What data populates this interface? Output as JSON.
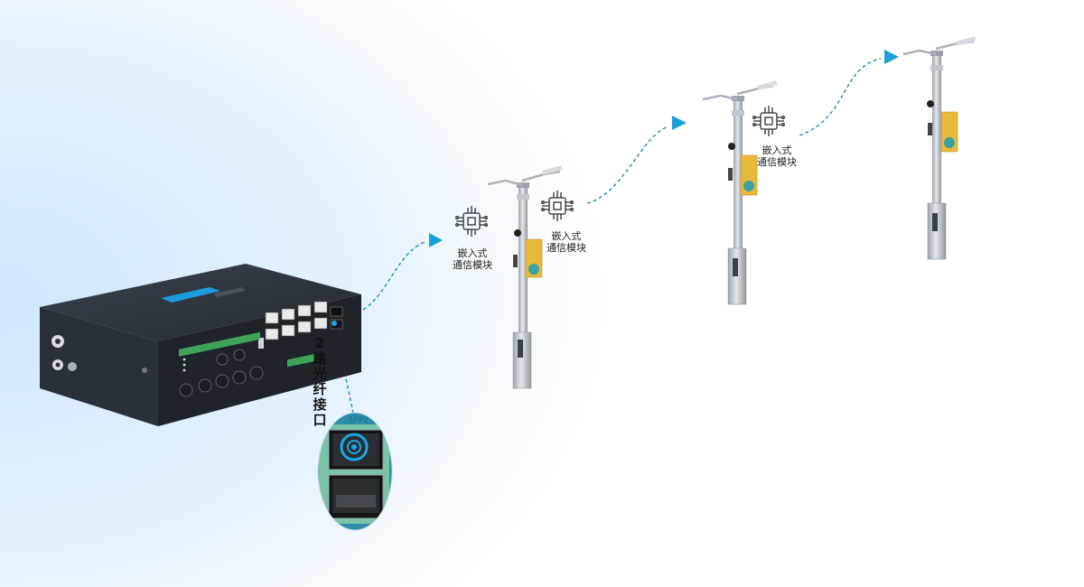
{
  "module_label_line1": "嵌入式",
  "module_label_line2": "通信模块",
  "fiber_label_chars": [
    "2",
    "路",
    "光",
    "纤",
    "接",
    "口"
  ],
  "sfp_tag": "SFP2",
  "device_ports": {
    "rj45_count": 8,
    "terminal_pins": 20
  },
  "colors": {
    "dash_line": "#1a8fc4",
    "arrow": "#1aa0d8",
    "device_body": "#2b313a",
    "pole": "#c9cfd6"
  }
}
